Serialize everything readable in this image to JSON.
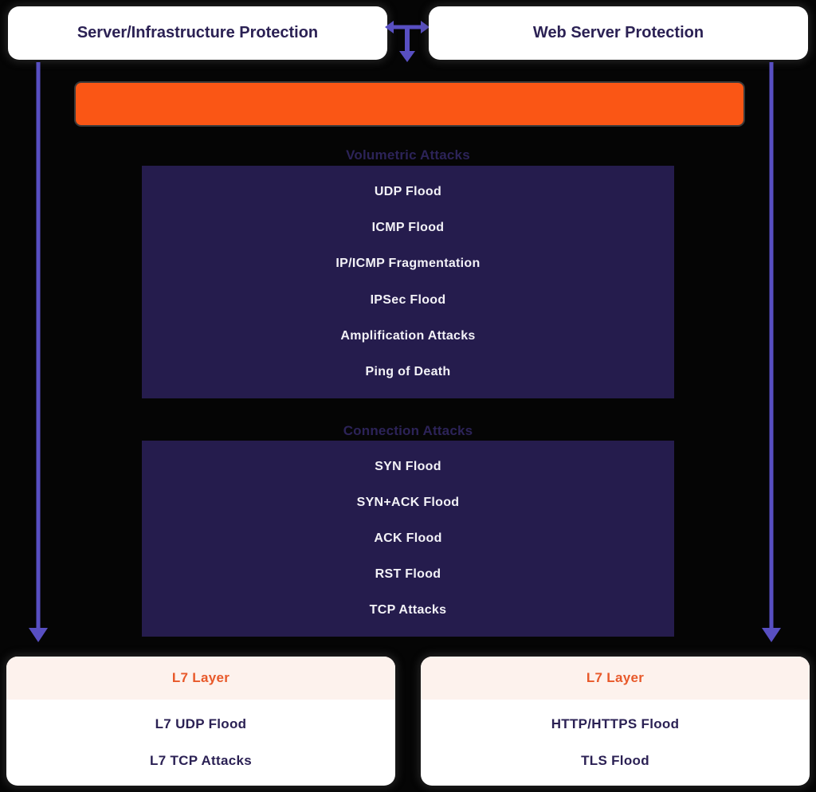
{
  "top": {
    "left_label": "Server/Infrastructure Protection",
    "right_label": "Web Server Protection"
  },
  "banner": {
    "label": "",
    "color": "#fa5615"
  },
  "sections": [
    {
      "heading": "Volumetric Attacks",
      "items": [
        "UDP Flood",
        "ICMP Flood",
        "IP/ICMP Fragmentation",
        "IPSec Flood",
        "Amplification Attacks",
        "Ping of Death"
      ]
    },
    {
      "heading": "Connection Attacks",
      "items": [
        "SYN Flood",
        "SYN+ACK Flood",
        "ACK Flood",
        "RST Flood",
        "TCP Attacks"
      ]
    }
  ],
  "bottom": {
    "left": {
      "header": "L7 Layer",
      "items": [
        "L7 UDP Flood",
        "L7 TCP Attacks"
      ]
    },
    "right": {
      "header": "L7 Layer",
      "items": [
        "HTTP/HTTPS Flood",
        "TLS Flood"
      ]
    }
  },
  "icons": {
    "split_arrow": "split-arrow",
    "down_arrow": "down-arrow"
  },
  "colors": {
    "background": "#050505",
    "panel_navy": "#251c4d",
    "banner_orange": "#fa5615",
    "accent_orange": "#e8592a",
    "connector_purple": "#584fc2",
    "navy_text": "#2b2154",
    "light_strip": "#fdf2ed"
  }
}
